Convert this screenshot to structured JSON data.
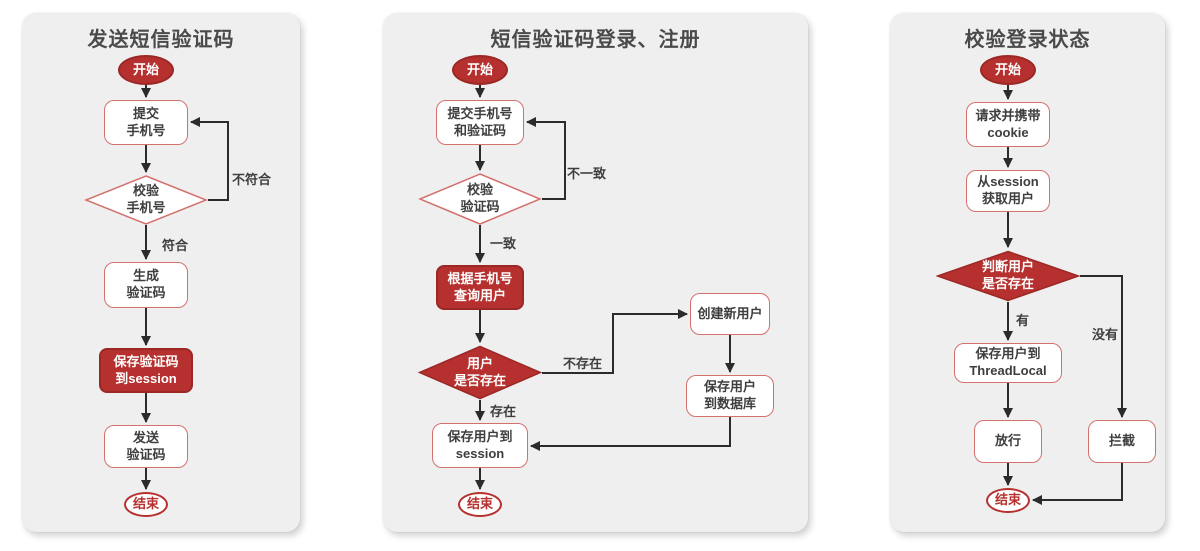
{
  "colors": {
    "page_background": "#ffffff",
    "panel_background": "#efefef",
    "red_fill": "#b5302e",
    "red_border": "#9c2826",
    "light_red_border": "#d4716e",
    "line": "#2b2b2b",
    "node_text": "#3e3e3e",
    "title_text": "#4a4a4a"
  },
  "panels": [
    {
      "title": "发送短信验证码",
      "nodes": {
        "start": "开始",
        "submit_phone": "提交\n手机号",
        "check_phone": "校验\n手机号",
        "generate_code": "生成\n验证码",
        "save_code_session": "保存验证码\n到session",
        "send_code": "发送\n验证码",
        "end": "结束"
      },
      "edge_labels": {
        "not_match": "不符合",
        "match": "符合"
      }
    },
    {
      "title": "短信验证码登录、注册",
      "nodes": {
        "start": "开始",
        "submit_phone_code": "提交手机号\n和验证码",
        "check_code": "校验\n验证码",
        "query_user": "根据手机号\n查询用户",
        "user_exists": "用户\n是否存在",
        "create_user": "创建新用户",
        "save_user_db": "保存用户\n到数据库",
        "save_user_session": "保存用户到\nsession",
        "end": "结束"
      },
      "edge_labels": {
        "mismatch": "不一致",
        "match": "一致",
        "not_exist": "不存在",
        "exist": "存在"
      }
    },
    {
      "title": "校验登录状态",
      "nodes": {
        "start": "开始",
        "request_cookie": "请求并携带\ncookie",
        "get_user_session": "从session\n获取用户",
        "judge_user": "判断用户\n是否存在",
        "save_threadlocal": "保存用户到\nThreadLocal",
        "pass": "放行",
        "block": "拦截",
        "end": "结束"
      },
      "edge_labels": {
        "has": "有",
        "not_has": "没有"
      }
    }
  ]
}
